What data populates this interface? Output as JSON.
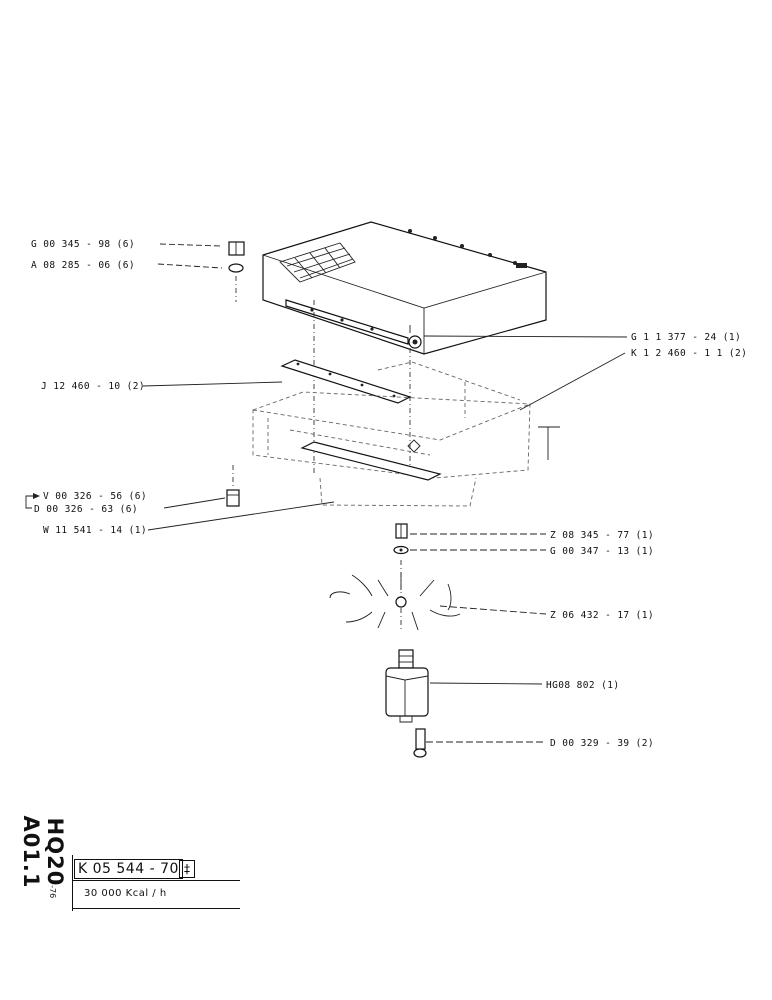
{
  "labels": {
    "g_00_345_98": "G 00 345 - 98 (6)",
    "a_08_285_06": "A 08 285 - 06 (6)",
    "j_12_460_10": "J 12 460 - 10 (2)",
    "v_00_326_56": "V 00 326 - 56 (6)",
    "d_00_326_63": "D 00 326 - 63 (6)",
    "w_11_541_14": "W 11 541 - 14 (1)",
    "g_11_377_24": "G 1 1 377 - 24 (1)",
    "k_12_460_11": "K 1 2 460 - 1 1 (2)",
    "z_08_345_77": "Z 08 345 - 77 (1)",
    "g_00_347_13": "G 00 347 - 13 (1)",
    "z_06_432_17": "Z 06 432 - 17 (1)",
    "hg08_802": "HG08 802 (1)",
    "d_00_329_39": "D 00 329 - 39 (2)"
  },
  "title_block": {
    "doc_code": "HQ20 A01.1",
    "date": "7-76",
    "part_number": "K 05 544 - 70",
    "spec": "30 000 Kcal / h"
  },
  "icons": {
    "box": "boxed-dagger-icon"
  }
}
